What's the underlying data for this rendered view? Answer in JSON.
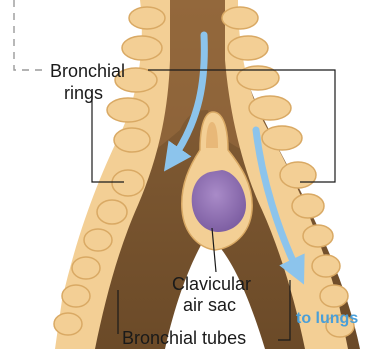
{
  "labels": {
    "bronchial_rings_line1": "Bronchial",
    "bronchial_rings_line2": "rings",
    "clavicular_line1": "Clavicular",
    "clavicular_line2": "air sac",
    "bronchial_tubes": "Bronchial tubes",
    "to_lungs": "to lungs"
  },
  "colors": {
    "ring_cartilage": "#f3cf95",
    "ring_shadow": "#d9a964",
    "tube_interior": "#7a5530",
    "tube_dark": "#5c3d1f",
    "air_sac": "#9a7ab8",
    "air_flow_arrow": "#8cc4ec",
    "to_lungs_text": "#4a9fd8"
  }
}
